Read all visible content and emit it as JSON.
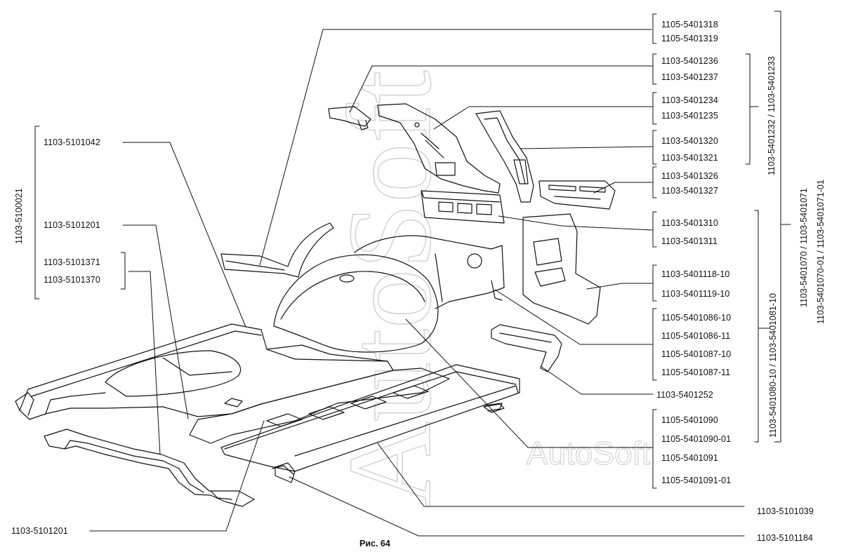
{
  "caption": "Рис. 64",
  "watermark": {
    "main": "AutoSoft",
    "small": "AutoSoft"
  },
  "labels": {
    "l1105_5401318": "1105-5401318",
    "l1105_5401319": "1105-5401319",
    "l1103_5401236": "1103-5401236",
    "l1103_5401237": "1103-5401237",
    "l1103_5401234": "1103-5401234",
    "l1103_5401235": "1103-5401235",
    "l1103_5401320": "1103-5401320",
    "l1103_5401321": "1103-5401321",
    "l1103_5401326": "1103-5401326",
    "l1103_5401327": "1103-5401327",
    "l1103_5401310": "1103-5401310",
    "l1103_5401311": "1103-5401311",
    "l1103_5401118_10": "1103-5401118-10",
    "l1103_5401119_10": "1103-5401119-10",
    "l1105_5401086_10": "1105-5401086-10",
    "l1105_5401086_11": "1105-5401086-11",
    "l1105_5401087_10": "1105-5401087-10",
    "l1105_5401087_11": "1105-5401087-11",
    "l1103_5401252": "1103-5401252",
    "l1105_5401090": "1105-5401090",
    "l1105_5401090_01": "1105-5401090-01",
    "l1105_5401091": "1105-5401091",
    "l1105_5401091_01": "1105-5401091-01",
    "l1103_5101039": "1103-5101039",
    "l1103_5101184": "1103-5101184",
    "l1103_5101042": "1103-5101042",
    "l1103_5101201_a": "1103-5101201",
    "l1103_5101371": "1103-5101371",
    "l1103_5101370": "1103-5101370",
    "l1103_5101201_b": "1103-5101201"
  },
  "vertical_labels": {
    "v1103_5100021": "1103-5100021",
    "v1103_5401232_233": "1103-5401232  /  1103-5401233",
    "v1103_5401080_081": "1103-5401080-10  /  1103-5401081-10",
    "v1103_5401070_071": "1103-5401070  /  1103-5401071",
    "v1103_5401070_071_01": "1103-5401070-01  /  1103-5401071-01"
  }
}
